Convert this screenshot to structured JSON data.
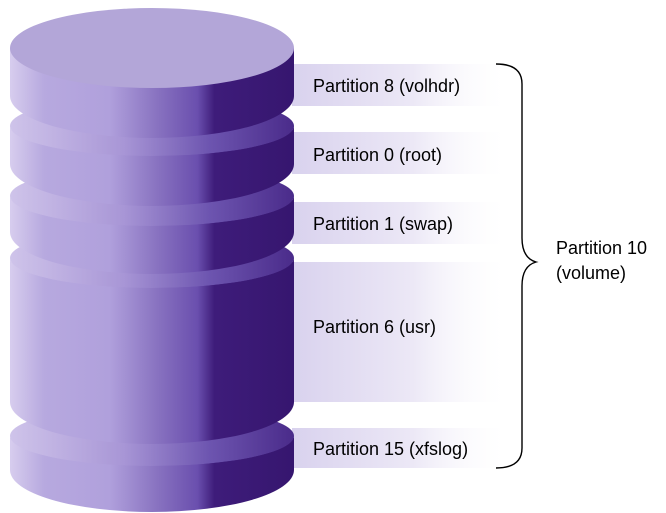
{
  "partitions": [
    {
      "label": "Partition 8 (volhdr)"
    },
    {
      "label": "Partition 0 (root)"
    },
    {
      "label": "Partition 1 (swap)"
    },
    {
      "label": "Partition 6 (usr)"
    },
    {
      "label": "Partition 15 (xfslog)"
    }
  ],
  "volume": {
    "line1": "Partition 10",
    "line2": "(volume)"
  },
  "colors": {
    "disk_light": "#c4b8e2",
    "disk_mid": "#8e7cc3",
    "disk_dark": "#3e1c7a",
    "top_face": "#b3a6d8",
    "groove": "#a898d4",
    "label_band": "#e9e4f5",
    "brace": "#000000"
  }
}
